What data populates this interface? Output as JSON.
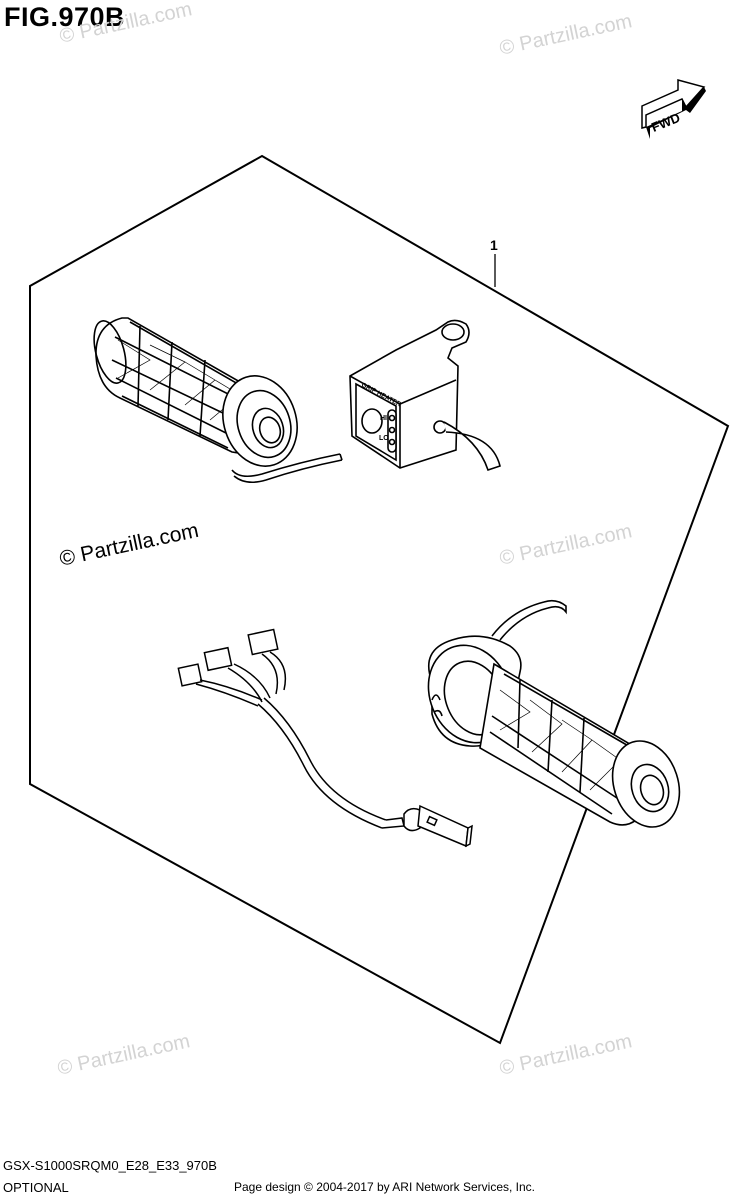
{
  "figure": {
    "title": "FIG.970B",
    "callout": "1",
    "fwd_label": "FWD",
    "switch_label": "GRIP HEATER",
    "switch_hi": "HI",
    "switch_lo": "LO"
  },
  "watermarks": {
    "faint": "© Partzilla.com",
    "strong": "© Partzilla.com"
  },
  "footer": {
    "model_code": "GSX-S1000SRQM0_E28_E33_970B",
    "category": "OPTIONAL",
    "copyright": "Page design © 2004-2017 by ARI Network Services, Inc."
  }
}
